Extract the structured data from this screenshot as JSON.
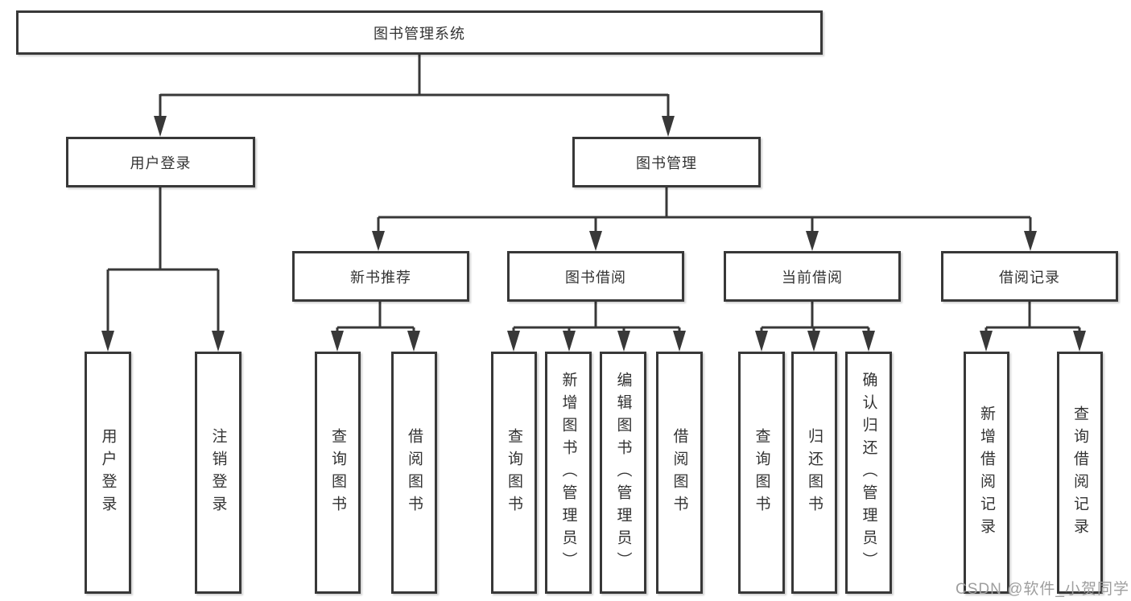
{
  "diagram": {
    "root": {
      "label": "图书管理系统"
    },
    "branches": [
      {
        "label": "用户登录",
        "children": [
          {
            "label": "用户登录"
          },
          {
            "label": "注销登录"
          }
        ]
      },
      {
        "label": "图书管理",
        "children": [
          {
            "label": "新书推荐",
            "children": [
              {
                "label": "查询图书"
              },
              {
                "label": "借阅图书"
              }
            ]
          },
          {
            "label": "图书借阅",
            "children": [
              {
                "label": "查询图书"
              },
              {
                "label": "新增图书（管理员）"
              },
              {
                "label": "编辑图书（管理员）"
              },
              {
                "label": "借阅图书"
              }
            ]
          },
          {
            "label": "当前借阅",
            "children": [
              {
                "label": "查询图书"
              },
              {
                "label": "归还图书"
              },
              {
                "label": "确认归还（管理员）"
              }
            ]
          },
          {
            "label": "借阅记录",
            "children": [
              {
                "label": "新增借阅记录"
              },
              {
                "label": "查询借阅记录"
              }
            ]
          }
        ]
      }
    ]
  },
  "watermark": {
    "text": "CSDN @软件_小贺同学"
  },
  "colors": {
    "line": "#383838",
    "box_border": "#383838",
    "text": "#333333",
    "watermark": "#9e9e9e",
    "background": "#ffffff"
  }
}
